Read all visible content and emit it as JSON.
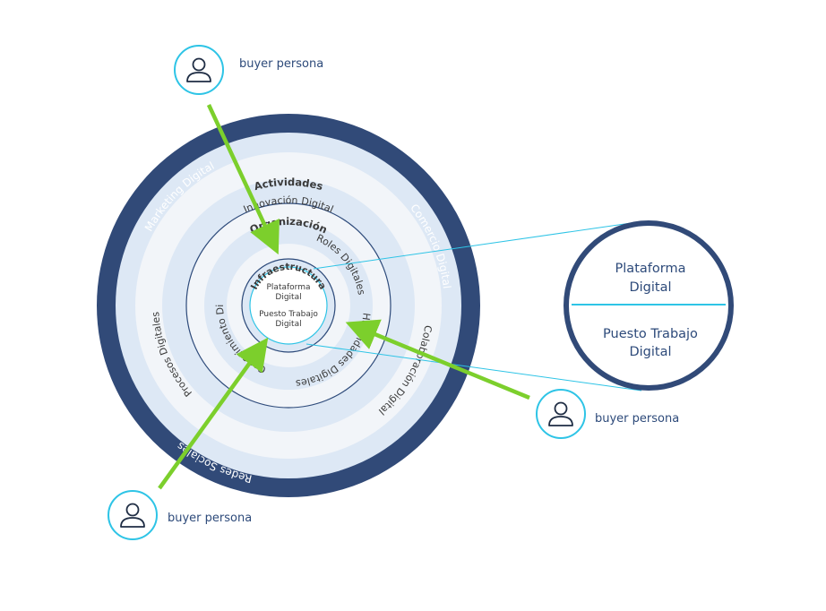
{
  "colors": {
    "outer_ring": "#314a78",
    "ring_light": "#dde8f5",
    "ring_lighter": "#f2f5f9",
    "ring_line": "#2d4a7a",
    "accent_cyan": "#2ec4e6",
    "arrow_green": "#7ccf2c",
    "text_dark": "#3a3a3a",
    "text_navy": "#2d4a7a"
  },
  "outer_ring": {
    "labels": [
      "Marketing Digital",
      "Comercio Digital",
      "Redes Sociales"
    ]
  },
  "activities": {
    "title": "Actividades",
    "labels": [
      "Innovación Digital",
      "Procesos Digitales",
      "Colaboración Digital"
    ]
  },
  "organization": {
    "title": "Organización",
    "labels": [
      "Roles Digitales",
      "Conocimiento Digital",
      "Habilidades Digitales"
    ]
  },
  "infrastructure": {
    "title": "Infraestructura",
    "center_lines": [
      "Plataforma",
      "Digital",
      "Puesto Trabajo",
      "Digital"
    ]
  },
  "zoom": {
    "top_lines": [
      "Plataforma",
      "Digital"
    ],
    "bottom_lines": [
      "Puesto Trabajo",
      "Digital"
    ]
  },
  "personas": [
    {
      "label": "buyer persona",
      "icon": "user-icon"
    },
    {
      "label": "buyer persona",
      "icon": "user-icon"
    },
    {
      "label": "buyer persona",
      "icon": "user-icon"
    }
  ]
}
